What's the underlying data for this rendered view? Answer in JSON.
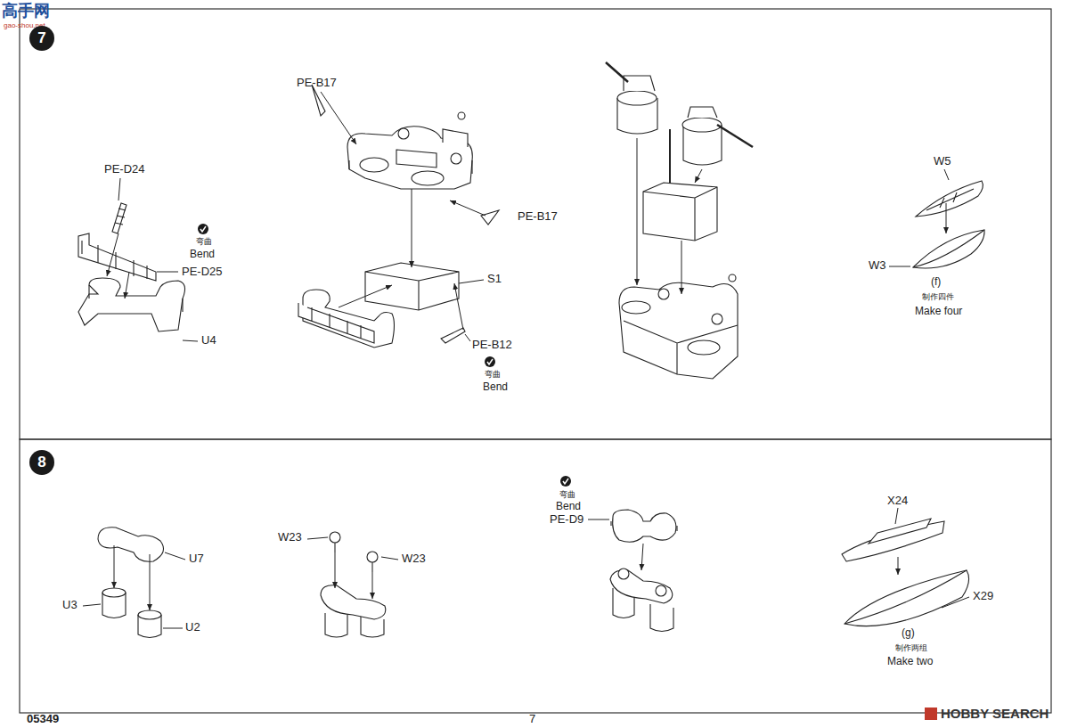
{
  "diagram": {
    "nodes": [
      {
        "text": [
          "7"
        ]
      },
      {
        "text": [
          "8"
        ]
      }
    ],
    "labels": [
      "高手网",
      "gao-shou.net",
      "PE-B17",
      "PE-D24",
      "弯曲",
      "Bend",
      "PE-D25",
      "U4",
      "PE-B17",
      "S1",
      "PE-B12",
      "弯曲",
      "Bend",
      "W5",
      "W3",
      "(f)",
      "制作四件",
      "Make four",
      "U7",
      "U3",
      "U2",
      "W23",
      "W23",
      "弯曲",
      "Bend",
      "PE-D9",
      "X24",
      "X29",
      "(g)",
      "制作两组",
      "Make two",
      "05349",
      "7",
      "HOBBY SEARCH"
    ]
  }
}
